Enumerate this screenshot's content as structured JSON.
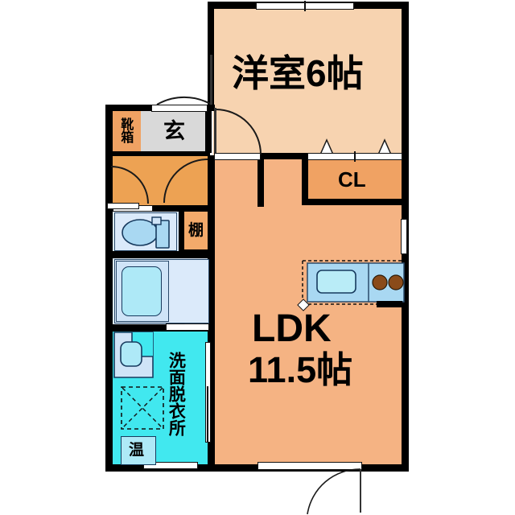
{
  "plan": {
    "type": "japanese-floor-plan",
    "layout_code": "1LDK",
    "colors": {
      "wall": "#000000",
      "room_beige": "#f7d3b0",
      "hall_orange": "#f0a263",
      "closet_orange": "#f0a263",
      "shoebox_orange": "#f0a263",
      "corridor_dark_orange": "#eda253",
      "genkan_gray": "#d9d9d9",
      "water_light_blue": "#cfe4f7",
      "bath_cyan": "#aee9f7",
      "dressing_cyan": "#41e8ef",
      "burner_brown": "#8a4b1a",
      "sink_blue": "#a9d8f2"
    },
    "rooms": [
      {
        "id": "bedroom",
        "label": "洋室6帖",
        "name_en": "western-room",
        "size_jo": 6,
        "fill": "#f7d3b0"
      },
      {
        "id": "ldk",
        "label_line1": "LDK",
        "label_line2": "11.5帖",
        "name_en": "living-dining-kitchen",
        "size_jo": 11.5,
        "fill": "#f5b383"
      },
      {
        "id": "closet",
        "label": "CL",
        "name_en": "closet",
        "fill": "#f0a263"
      },
      {
        "id": "genkan",
        "label": "玄",
        "name_en": "entrance",
        "fill": "#d9d9d9"
      },
      {
        "id": "shoebox",
        "label": "靴箱",
        "name_en": "shoe-box",
        "fill": "#f0a263"
      },
      {
        "id": "shelf",
        "label": "棚",
        "name_en": "shelf",
        "fill": "#f3aa6b"
      },
      {
        "id": "toilet",
        "label": "",
        "name_en": "toilet",
        "fill": "#cfe4f7"
      },
      {
        "id": "bath",
        "label": "",
        "name_en": "bathroom",
        "fill": "#cfe4f7"
      },
      {
        "id": "dressing",
        "label": "洗面脱衣所",
        "name_en": "washroom-dressing-room",
        "fill": "#41e8ef"
      },
      {
        "id": "water_heater",
        "label": "温",
        "name_en": "water-heater",
        "fill": "#aee9f7"
      },
      {
        "id": "corridor",
        "label": "",
        "name_en": "corridor",
        "fill": "#eda253"
      }
    ],
    "fixtures": [
      {
        "id": "kitchen-counter",
        "name_en": "kitchen-sink-and-stove",
        "burners": 2
      },
      {
        "id": "washing-machine-space",
        "name_en": "washing-machine-space",
        "marker": "X"
      },
      {
        "id": "wash-basin",
        "name_en": "wash-basin"
      },
      {
        "id": "bathtub",
        "name_en": "bathtub"
      },
      {
        "id": "toilet-bowl",
        "name_en": "toilet-bowl"
      }
    ]
  }
}
